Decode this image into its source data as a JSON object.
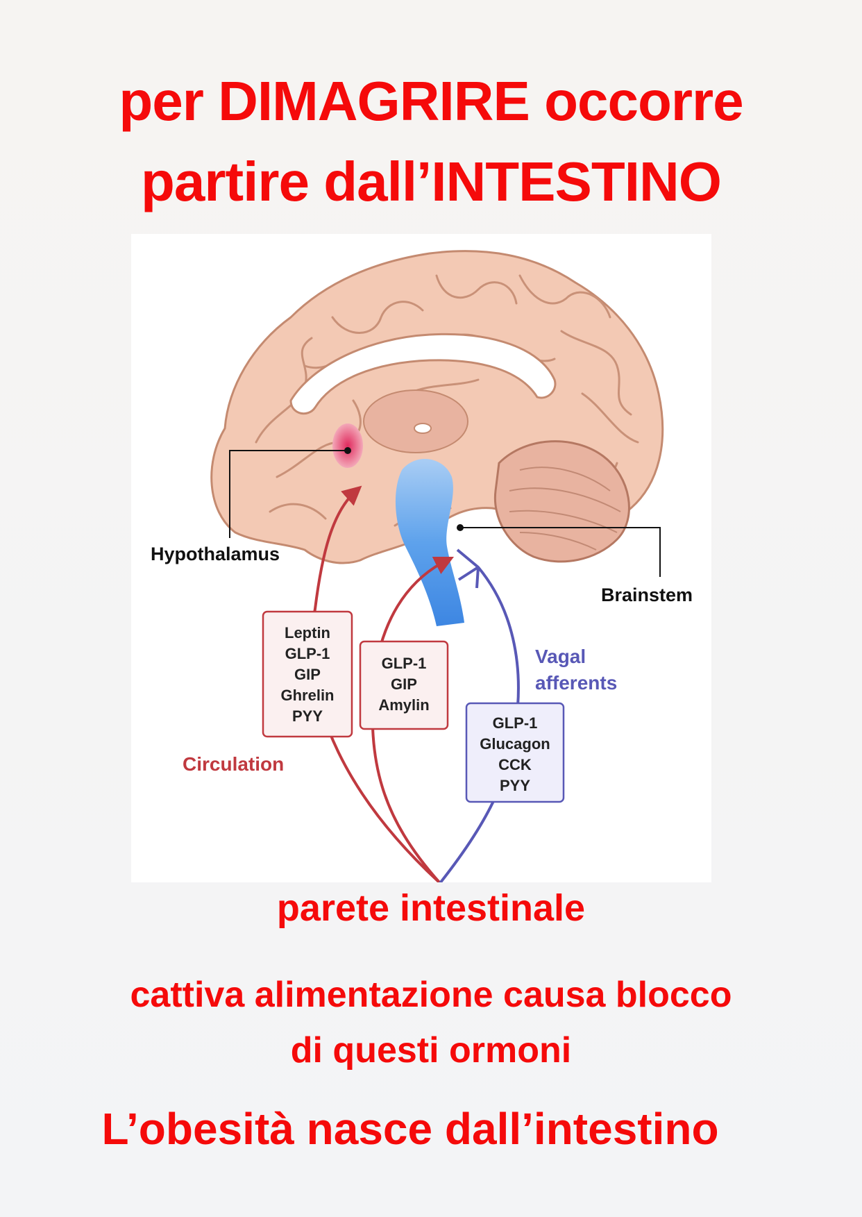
{
  "title": {
    "line1": "per DIMAGRIRE occorre",
    "line2": "partire dall’INTESTINO"
  },
  "diagram": {
    "labels": {
      "hypothalamus": "Hypothalamus",
      "brainstem": "Brainstem",
      "circulation": "Circulation",
      "vagal_line1": "Vagal",
      "vagal_line2": "afferents"
    },
    "box1": [
      "Leptin",
      "GLP-1",
      "GIP",
      "Ghrelin",
      "PYY"
    ],
    "box2": [
      "GLP-1",
      "GIP",
      "Amylin"
    ],
    "box3": [
      "GLP-1",
      "Glucagon",
      "CCK",
      "PYY"
    ],
    "colors": {
      "circulation": "#c0393f",
      "vagal": "#5858b6",
      "brain": "#f3c9b4",
      "hypothalamus": "#e4406a",
      "brainstem": "#6aa8ea"
    }
  },
  "caption_wall": "parete intestinale",
  "caption_cause": {
    "line1": "cattiva alimentazione causa blocco",
    "line2": "di questi ormoni"
  },
  "caption_obesity": "L’obesità nasce dall’intestino"
}
